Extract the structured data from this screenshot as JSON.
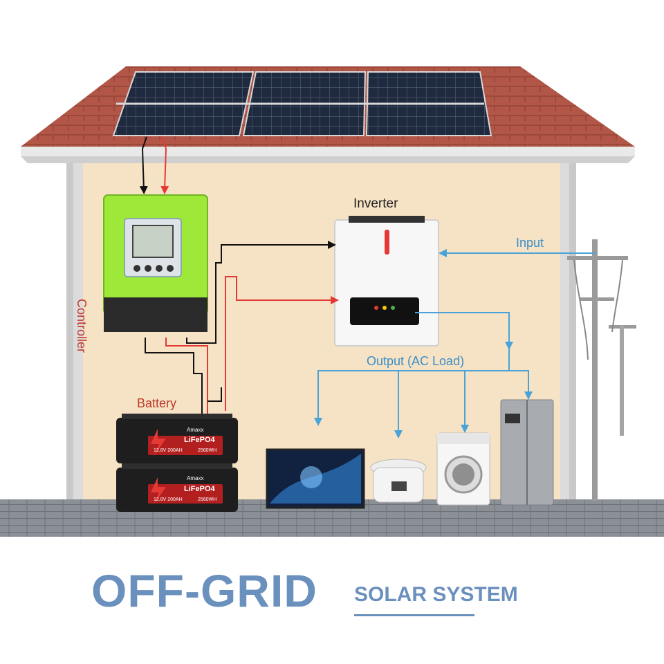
{
  "labels": {
    "inverter": "Inverter",
    "input": "Input",
    "output": "Output (AC Load)",
    "battery": "Battery",
    "controller": "Controller"
  },
  "battery_module": {
    "brand": "Amaxx",
    "chemistry": "LiFePO4",
    "spec": "12.8V 200AH",
    "energy": "2560WH"
  },
  "title": {
    "main": "OFF-GRID",
    "sub": "SOLAR SYSTEM"
  },
  "colors": {
    "roof": "#b25748",
    "wall": "#f6e2c4",
    "controller_green": "#9ee83a",
    "positive_wire": "#e53935",
    "negative_wire": "#111111",
    "ac_wire": "#4aa3d8",
    "title": "#6a90bd"
  },
  "icons": [
    "solar-panel-icon",
    "lightning-icon",
    "utility-pole-icon"
  ]
}
